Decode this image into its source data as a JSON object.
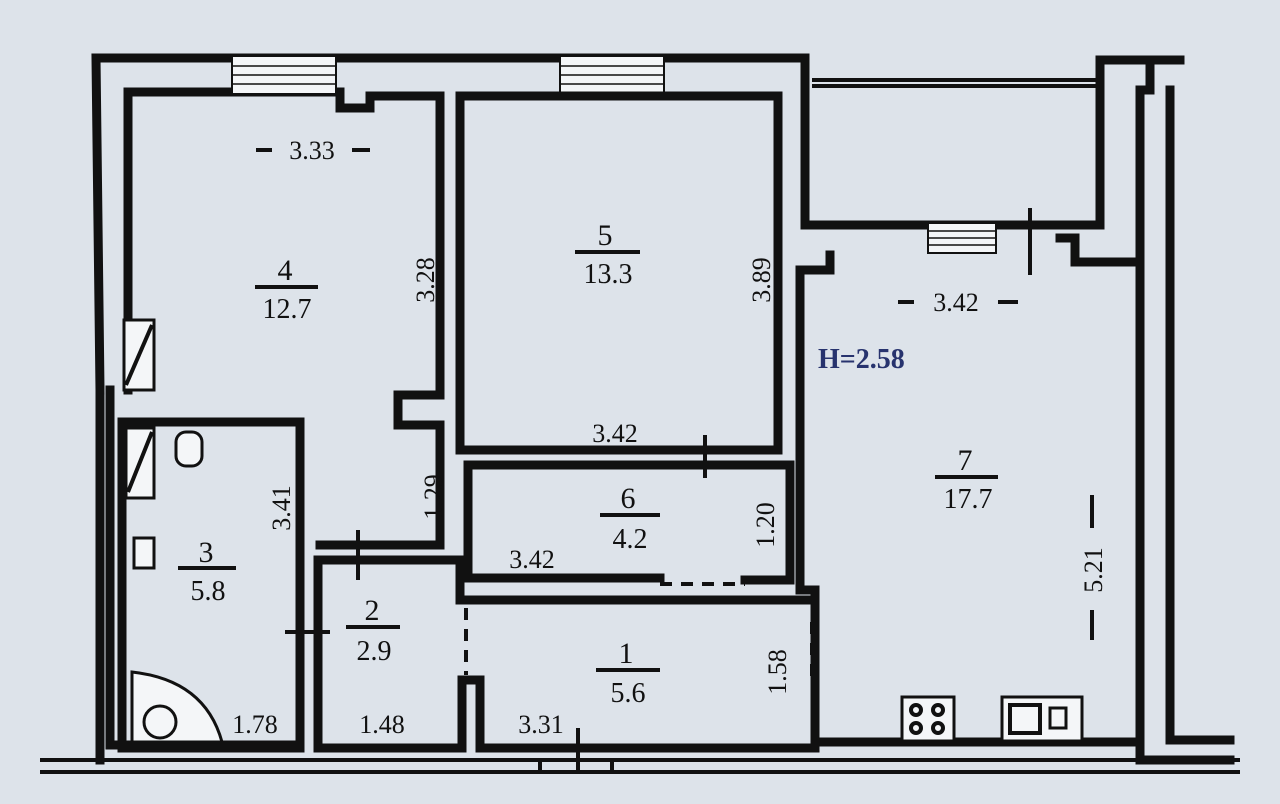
{
  "rooms": [
    {
      "number": "1",
      "area": "5.6"
    },
    {
      "number": "2",
      "area": "2.9"
    },
    {
      "number": "3",
      "area": "5.8"
    },
    {
      "number": "4",
      "area": "12.7"
    },
    {
      "number": "5",
      "area": "13.3"
    },
    {
      "number": "6",
      "area": "4.2"
    },
    {
      "number": "7",
      "area": "17.7"
    }
  ],
  "dimensions": {
    "room4_width": "3.33",
    "room4_depth": "3.28",
    "room5_depth": "3.89",
    "room5_width": "3.42",
    "room7_width": "3.42",
    "room7_depth": "5.21",
    "room6_width": "3.42",
    "room6_depth": "1.20",
    "room3_depth": "3.41",
    "room3_width": "1.78",
    "room2_width": "1.48",
    "room1_width": "3.31",
    "room1_depth": "1.58",
    "passage_depth": "1.29"
  },
  "ceiling_height": "H=2.58"
}
